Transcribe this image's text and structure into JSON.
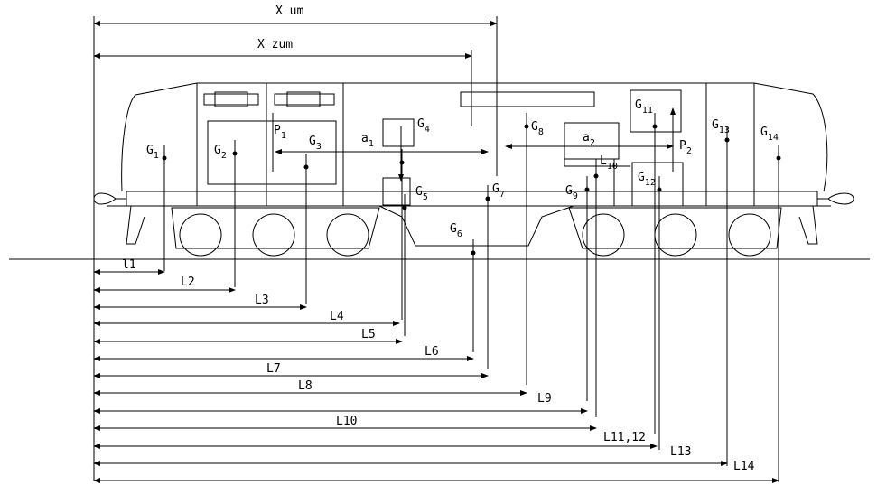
{
  "diagram": {
    "top_dims": [
      {
        "id": "x-um",
        "text": "X um"
      },
      {
        "id": "x-zum",
        "text": "X zum"
      }
    ],
    "labels": [
      {
        "id": "g1",
        "base": "G",
        "sub": "1"
      },
      {
        "id": "g2",
        "base": "G",
        "sub": "2"
      },
      {
        "id": "p1",
        "base": "P",
        "sub": "1"
      },
      {
        "id": "g3",
        "base": "G",
        "sub": "3"
      },
      {
        "id": "a1",
        "base": "a",
        "sub": "1"
      },
      {
        "id": "g4",
        "base": "G",
        "sub": "4"
      },
      {
        "id": "g5",
        "base": "G",
        "sub": "5"
      },
      {
        "id": "g6",
        "base": "G",
        "sub": "6"
      },
      {
        "id": "g7",
        "base": "G",
        "sub": "7"
      },
      {
        "id": "g8",
        "base": "G",
        "sub": "8"
      },
      {
        "id": "a2",
        "base": "a",
        "sub": "2"
      },
      {
        "id": "l10-inner",
        "base": "L",
        "sub": "10"
      },
      {
        "id": "g9",
        "base": "G",
        "sub": "9"
      },
      {
        "id": "g11",
        "base": "G",
        "sub": "11"
      },
      {
        "id": "p2",
        "base": "P",
        "sub": "2"
      },
      {
        "id": "g12",
        "base": "G",
        "sub": "12"
      },
      {
        "id": "g13",
        "base": "G",
        "sub": "13"
      },
      {
        "id": "g14",
        "base": "G",
        "sub": "14"
      }
    ],
    "dims": [
      {
        "id": "l1",
        "text": "l1"
      },
      {
        "id": "l2",
        "text": "L2"
      },
      {
        "id": "l3",
        "text": "L3"
      },
      {
        "id": "l4",
        "text": "L4"
      },
      {
        "id": "l5",
        "text": "L5"
      },
      {
        "id": "l6",
        "text": "L6"
      },
      {
        "id": "l7",
        "text": "L7"
      },
      {
        "id": "l8",
        "text": "L8"
      },
      {
        "id": "l9",
        "text": "L9"
      },
      {
        "id": "l10",
        "text": "L10"
      },
      {
        "id": "l1112",
        "text": "L11,12"
      },
      {
        "id": "l13",
        "text": "L13"
      },
      {
        "id": "l14",
        "text": "L14"
      }
    ]
  }
}
